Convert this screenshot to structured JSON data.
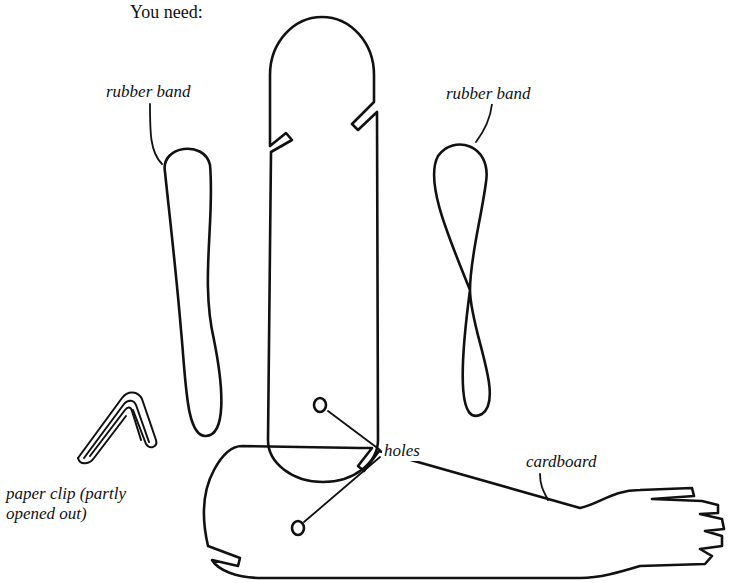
{
  "diagram": {
    "title": "You need:",
    "labels": [
      "rubber band",
      "rubber band",
      "holes",
      "cardboard",
      "paper clip (partly opened out)"
    ]
  }
}
